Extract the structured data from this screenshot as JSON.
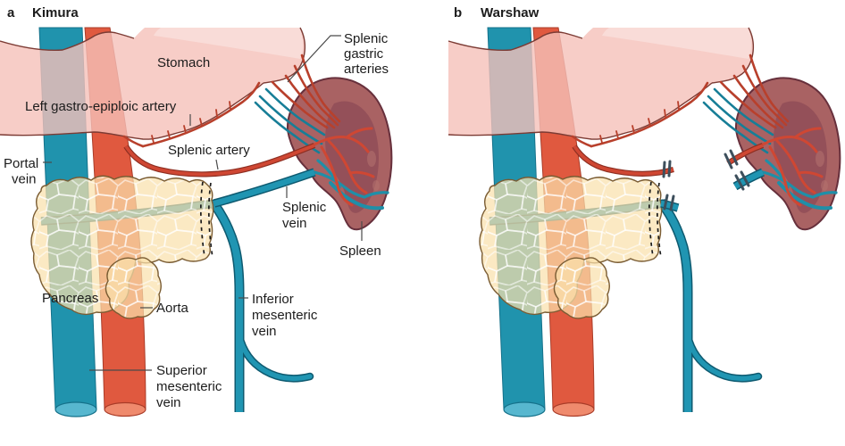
{
  "figure": {
    "panel_a": {
      "letter": "a",
      "title": "Kimura"
    },
    "panel_b": {
      "letter": "b",
      "title": "Warshaw"
    },
    "labels": {
      "stomach": "Stomach",
      "left_gastro_epiploic_artery": "Left gastro-epiploic artery",
      "splenic_gastric_arteries": [
        "Splenic",
        "gastric",
        "arteries"
      ],
      "portal_vein": [
        "Portal",
        "vein"
      ],
      "splenic_artery": "Splenic artery",
      "splenic_vein": [
        "Splenic",
        "vein"
      ],
      "spleen": "Spleen",
      "pancreas": "Pancreas",
      "aorta": "Aorta",
      "inferior_mesenteric_vein": [
        "Inferior",
        "mesenteric",
        "vein"
      ],
      "superior_mesenteric_vein": [
        "Superior",
        "mesenteric",
        "vein"
      ]
    },
    "colors": {
      "background": "#ffffff",
      "stomach_pink": "#f7cdc7",
      "stomach_outline": "#7c3b34",
      "portal_vein_teal": "#2093ad",
      "portal_vein_edge": "#14718a",
      "aorta_red": "#e0593f",
      "aorta_edge": "#a93c28",
      "vein_teal": "#2095b2",
      "vein_outline": "#0e5a70",
      "artery_red": "#cf4733",
      "artery_outline": "#8e2f22",
      "thin_artery_red": "#b8402c",
      "thin_vein_teal": "#177e97",
      "spleen_maroon": "#a96263",
      "spleen_inner": "#914d57",
      "spleen_outline": "#67303c",
      "pancreas_cream": "#f9e0ac",
      "pancreas_outline": "#7a5c33",
      "surgical_clip_grey": "#3d4f5c",
      "label_text": "#1c1c1c"
    }
  }
}
